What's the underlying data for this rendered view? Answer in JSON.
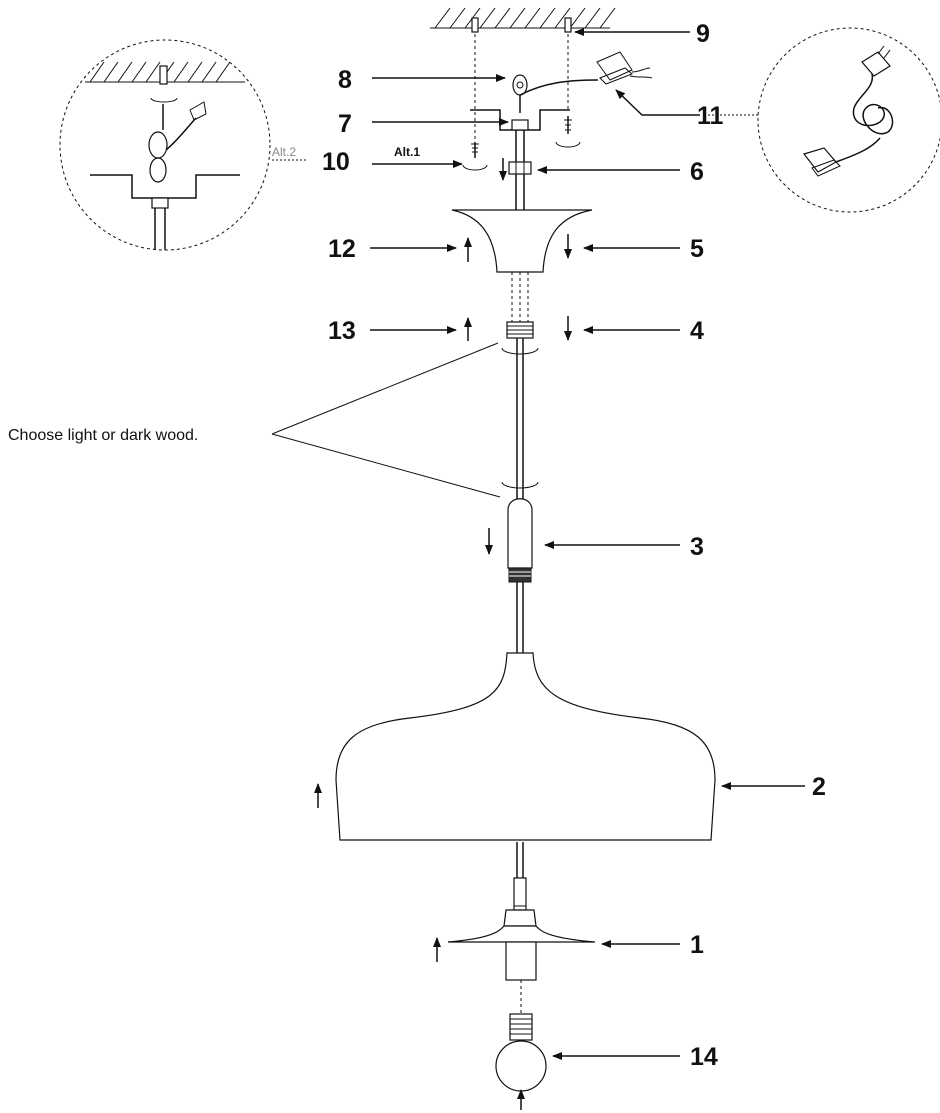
{
  "labels": {
    "part_1": "1",
    "part_2": "2",
    "part_3": "3",
    "part_4": "4",
    "part_5": "5",
    "part_6": "6",
    "part_7": "7",
    "part_8": "8",
    "part_9": "9",
    "part_10": "10",
    "part_11": "11",
    "part_12": "12",
    "part_13": "13",
    "part_14": "14"
  },
  "annotations": {
    "wood_note": "Choose light or dark wood.",
    "alt1": "Alt.1",
    "alt2": "Alt.2"
  },
  "colors": {
    "ink": "#111111",
    "muted": "#8a8a8a",
    "background": "#ffffff"
  }
}
